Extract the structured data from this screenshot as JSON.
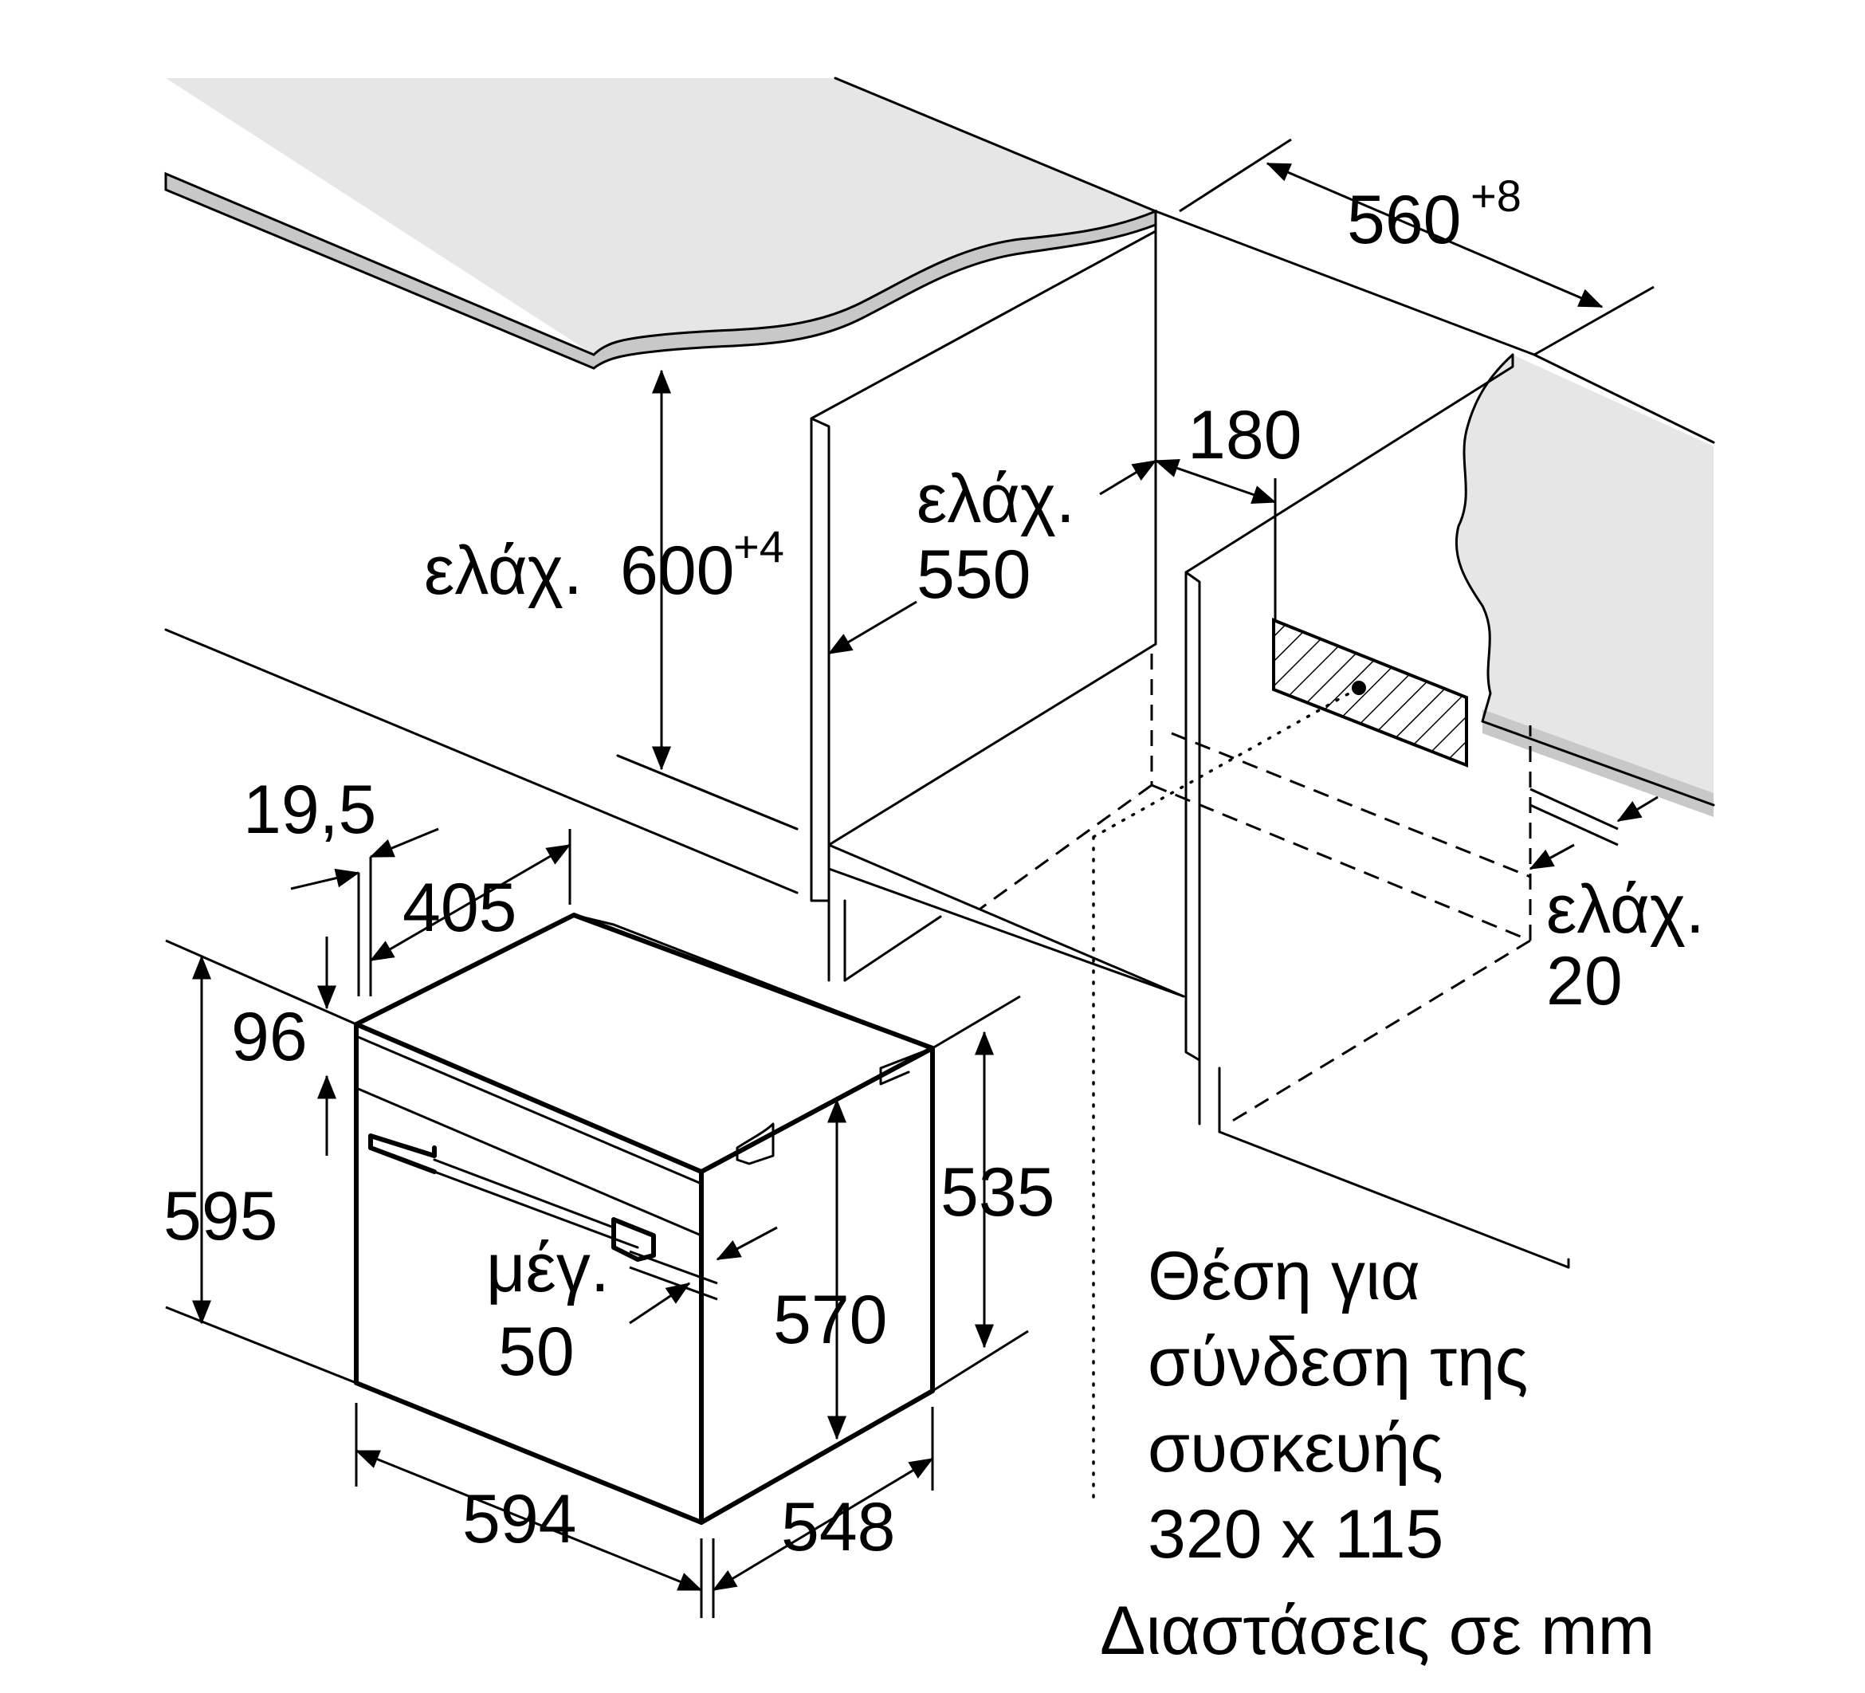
{
  "colors": {
    "line": "#000000",
    "countertop": "#e6e6e6",
    "countertop_edge": "#c8c8c8",
    "background": "#ffffff"
  },
  "labels": {
    "niche_width": "560",
    "niche_width_tol": "+8",
    "niche_height_prefix": "ελάχ.",
    "niche_height": "600",
    "niche_height_tol": "+4",
    "depth_min_l1": "ελάχ.",
    "depth_min_l2": "550",
    "gap_back": "180",
    "gap_side_l1": "ελάχ.",
    "gap_side_l2": "20",
    "panel_thickness": "19,5",
    "door_handle": "405",
    "control_height": "96",
    "oven_height": "595",
    "max_l1": "μέγ.",
    "max_l2": "50",
    "body_height": "570",
    "side_height": "535",
    "oven_width": "594",
    "oven_depth": "548",
    "connection_l1": "Θέση για",
    "connection_l2": "σύνδεση της",
    "connection_l3": "συσκευής",
    "connection_l4": "320 x 115",
    "units_note": "Διαστάσεις σε mm"
  }
}
